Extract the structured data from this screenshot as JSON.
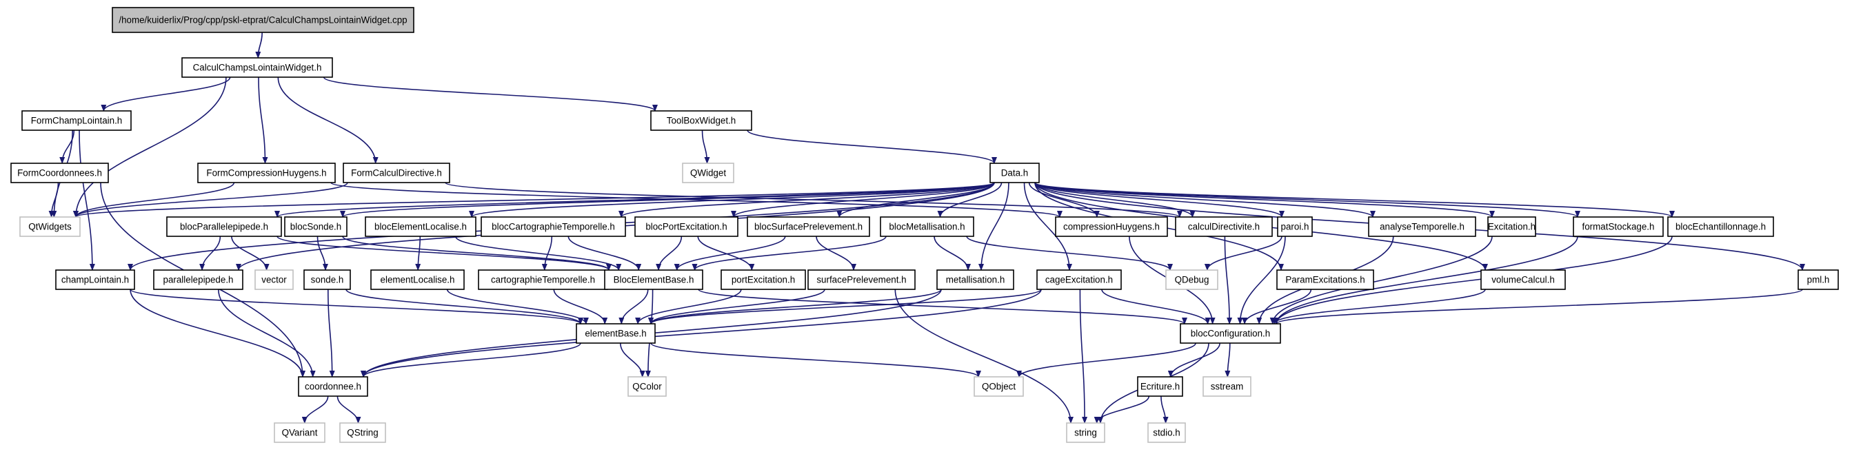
{
  "graph": {
    "colors": {
      "edge": "#191970",
      "node_border": "#000000",
      "external_border": "#bfbfbf",
      "root_fill": "#bfbfbf",
      "node_fill": "#ffffff",
      "text": "#000000"
    },
    "nodes": [
      {
        "id": "root",
        "label": "/home/kuiderlix/Prog/cpp/pskl-etprat/CalculChampsLointainWidget.cpp",
        "kind": "root"
      },
      {
        "id": "ccl",
        "label": "CalculChampsLointainWidget.h",
        "kind": "internal"
      },
      {
        "id": "fcl",
        "label": "FormChampLointain.h",
        "kind": "internal"
      },
      {
        "id": "tbw",
        "label": "ToolBoxWidget.h",
        "kind": "internal"
      },
      {
        "id": "fco",
        "label": "FormCoordonnees.h",
        "kind": "internal"
      },
      {
        "id": "fch",
        "label": "FormCompressionHuygens.h",
        "kind": "internal"
      },
      {
        "id": "fcd",
        "label": "FormCalculDirective.h",
        "kind": "internal"
      },
      {
        "id": "qwidget",
        "label": "QWidget",
        "kind": "external"
      },
      {
        "id": "data",
        "label": "Data.h",
        "kind": "internal"
      },
      {
        "id": "qtw",
        "label": "QtWidgets",
        "kind": "external"
      },
      {
        "id": "bpp",
        "label": "blocParallelepipede.h",
        "kind": "internal"
      },
      {
        "id": "bso",
        "label": "blocSonde.h",
        "kind": "internal"
      },
      {
        "id": "bel",
        "label": "blocElementLocalise.h",
        "kind": "internal"
      },
      {
        "id": "bct",
        "label": "blocCartographieTemporelle.h",
        "kind": "internal"
      },
      {
        "id": "bpe",
        "label": "blocPortExcitation.h",
        "kind": "internal"
      },
      {
        "id": "bsp",
        "label": "blocSurfacePrelevement.h",
        "kind": "internal"
      },
      {
        "id": "bme",
        "label": "blocMetallisation.h",
        "kind": "internal"
      },
      {
        "id": "chy",
        "label": "compressionHuygens.h",
        "kind": "internal"
      },
      {
        "id": "cdi",
        "label": "calculDirectivite.h",
        "kind": "internal"
      },
      {
        "id": "par",
        "label": "paroi.h",
        "kind": "internal"
      },
      {
        "id": "ate",
        "label": "analyseTemporelle.h",
        "kind": "internal"
      },
      {
        "id": "exc",
        "label": "Excitation.h",
        "kind": "internal"
      },
      {
        "id": "fst",
        "label": "formatStockage.h",
        "kind": "internal"
      },
      {
        "id": "bec",
        "label": "blocEchantillonnage.h",
        "kind": "internal"
      },
      {
        "id": "cha",
        "label": "champLointain.h",
        "kind": "internal"
      },
      {
        "id": "ppd",
        "label": "parallelepipede.h",
        "kind": "internal"
      },
      {
        "id": "vec",
        "label": "vector",
        "kind": "external"
      },
      {
        "id": "son",
        "label": "sonde.h",
        "kind": "internal"
      },
      {
        "id": "elo",
        "label": "elementLocalise.h",
        "kind": "internal"
      },
      {
        "id": "cte",
        "label": "cartographieTemporelle.h",
        "kind": "internal"
      },
      {
        "id": "beb",
        "label": "BlocElementBase.h",
        "kind": "internal"
      },
      {
        "id": "pex",
        "label": "portExcitation.h",
        "kind": "internal"
      },
      {
        "id": "spr",
        "label": "surfacePrelevement.h",
        "kind": "internal"
      },
      {
        "id": "met",
        "label": "metallisation.h",
        "kind": "internal"
      },
      {
        "id": "cex",
        "label": "cageExcitation.h",
        "kind": "internal"
      },
      {
        "id": "qdb",
        "label": "QDebug",
        "kind": "external"
      },
      {
        "id": "pmx",
        "label": "ParamExcitations.h",
        "kind": "internal"
      },
      {
        "id": "vca",
        "label": "volumeCalcul.h",
        "kind": "internal"
      },
      {
        "id": "pml",
        "label": "pml.h",
        "kind": "internal"
      },
      {
        "id": "ebs",
        "label": "elementBase.h",
        "kind": "internal"
      },
      {
        "id": "bcf",
        "label": "blocConfiguration.h",
        "kind": "internal"
      },
      {
        "id": "crd",
        "label": "coordonnee.h",
        "kind": "internal"
      },
      {
        "id": "qcol",
        "label": "QColor",
        "kind": "external"
      },
      {
        "id": "qobj",
        "label": "QObject",
        "kind": "external"
      },
      {
        "id": "ecr",
        "label": "Ecriture.h",
        "kind": "internal"
      },
      {
        "id": "sst",
        "label": "sstream",
        "kind": "external"
      },
      {
        "id": "qvar",
        "label": "QVariant",
        "kind": "external"
      },
      {
        "id": "qstr",
        "label": "QString",
        "kind": "external"
      },
      {
        "id": "str",
        "label": "string",
        "kind": "external"
      },
      {
        "id": "stdio",
        "label": "stdio.h",
        "kind": "external"
      }
    ],
    "edges": [
      [
        "root",
        "ccl"
      ],
      [
        "ccl",
        "fcl"
      ],
      [
        "ccl",
        "tbw"
      ],
      [
        "ccl",
        "fch"
      ],
      [
        "ccl",
        "fcd"
      ],
      [
        "ccl",
        "qtw"
      ],
      [
        "fcl",
        "fco"
      ],
      [
        "fcl",
        "qtw"
      ],
      [
        "fcl",
        "cha"
      ],
      [
        "fco",
        "qtw"
      ],
      [
        "fco",
        "crd"
      ],
      [
        "fch",
        "qtw"
      ],
      [
        "fch",
        "chy"
      ],
      [
        "fcd",
        "qtw"
      ],
      [
        "fcd",
        "cdi"
      ],
      [
        "tbw",
        "qwidget"
      ],
      [
        "tbw",
        "data"
      ],
      [
        "data",
        "qtw"
      ],
      [
        "data",
        "bpp"
      ],
      [
        "data",
        "bso"
      ],
      [
        "data",
        "bel"
      ],
      [
        "data",
        "bct"
      ],
      [
        "data",
        "bpe"
      ],
      [
        "data",
        "bsp"
      ],
      [
        "data",
        "bme"
      ],
      [
        "data",
        "chy"
      ],
      [
        "data",
        "cdi"
      ],
      [
        "data",
        "par"
      ],
      [
        "data",
        "ate"
      ],
      [
        "data",
        "exc"
      ],
      [
        "data",
        "fst"
      ],
      [
        "data",
        "bec"
      ],
      [
        "data",
        "cha"
      ],
      [
        "data",
        "ppd"
      ],
      [
        "data",
        "met"
      ],
      [
        "data",
        "cex"
      ],
      [
        "data",
        "pmx"
      ],
      [
        "data",
        "vca"
      ],
      [
        "data",
        "pml"
      ],
      [
        "bpp",
        "ppd"
      ],
      [
        "bpp",
        "vec"
      ],
      [
        "bpp",
        "beb"
      ],
      [
        "bso",
        "son"
      ],
      [
        "bso",
        "beb"
      ],
      [
        "bel",
        "elo"
      ],
      [
        "bel",
        "beb"
      ],
      [
        "bct",
        "cte"
      ],
      [
        "bct",
        "beb"
      ],
      [
        "bpe",
        "beb"
      ],
      [
        "bpe",
        "pex"
      ],
      [
        "bsp",
        "beb"
      ],
      [
        "bsp",
        "spr"
      ],
      [
        "bme",
        "beb"
      ],
      [
        "bme",
        "met"
      ],
      [
        "bme",
        "qdb"
      ],
      [
        "chy",
        "bcf"
      ],
      [
        "cdi",
        "bcf"
      ],
      [
        "par",
        "qdb"
      ],
      [
        "par",
        "bcf"
      ],
      [
        "ate",
        "bcf"
      ],
      [
        "exc",
        "bcf"
      ],
      [
        "fst",
        "bcf"
      ],
      [
        "bec",
        "bcf"
      ],
      [
        "cha",
        "ebs"
      ],
      [
        "cha",
        "crd"
      ],
      [
        "ppd",
        "crd"
      ],
      [
        "son",
        "ebs"
      ],
      [
        "son",
        "crd"
      ],
      [
        "elo",
        "ebs"
      ],
      [
        "cte",
        "ebs"
      ],
      [
        "beb",
        "ebs"
      ],
      [
        "beb",
        "qcol"
      ],
      [
        "beb",
        "bcf"
      ],
      [
        "pex",
        "ebs"
      ],
      [
        "spr",
        "ebs"
      ],
      [
        "spr",
        "str"
      ],
      [
        "met",
        "ebs"
      ],
      [
        "met",
        "crd"
      ],
      [
        "cex",
        "ebs"
      ],
      [
        "cex",
        "crd"
      ],
      [
        "cex",
        "bcf"
      ],
      [
        "cex",
        "str"
      ],
      [
        "pmx",
        "bcf"
      ],
      [
        "vca",
        "bcf"
      ],
      [
        "pml",
        "bcf"
      ],
      [
        "ebs",
        "crd"
      ],
      [
        "ebs",
        "qcol"
      ],
      [
        "ebs",
        "qobj"
      ],
      [
        "bcf",
        "qobj"
      ],
      [
        "bcf",
        "ecr"
      ],
      [
        "bcf",
        "sst"
      ],
      [
        "bcf",
        "str"
      ],
      [
        "crd",
        "qvar"
      ],
      [
        "crd",
        "qstr"
      ],
      [
        "ecr",
        "str"
      ],
      [
        "ecr",
        "stdio"
      ]
    ]
  }
}
